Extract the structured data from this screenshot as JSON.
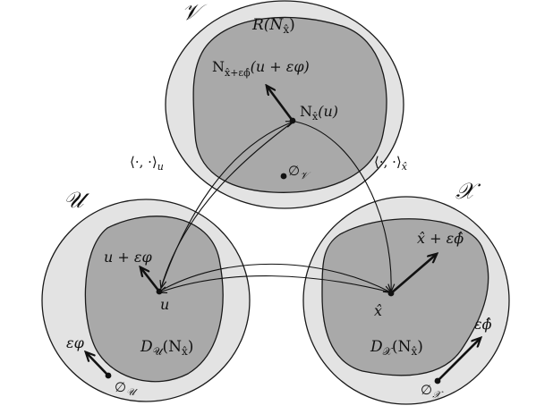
{
  "sets": {
    "V": {
      "name": "𝒱",
      "region": "R(N",
      "region_sub": "x̂",
      "region_close": ")"
    },
    "U": {
      "name": "𝒰",
      "region": "D",
      "region_sub1": "𝒰",
      "region_arg": "(N",
      "region_sub2": "x̂",
      "region_close": ")"
    },
    "X": {
      "name": "𝒳",
      "region": "D",
      "region_sub1": "𝒳",
      "region_arg": "(N",
      "region_sub2": "x̂",
      "region_close": ")"
    }
  },
  "labels": {
    "nx_u_main": "N",
    "nx_u_sub": "x̂",
    "nx_u_arg": "(u)",
    "nx_pert_main": "N",
    "nx_pert_sub": "x̂+εϕ̂",
    "nx_pert_arg": "(u + εφ)",
    "zero_V_main": "∅",
    "zero_V_sub": "𝒱",
    "u": "u",
    "u_pert": "u + εφ",
    "eps_phi": "εφ",
    "zero_U_main": "∅",
    "zero_U_sub": "𝒰",
    "x_hat": "x̂",
    "x_pert": "x̂ + εϕ̂",
    "eps_phi_hat": "εϕ̂",
    "zero_X_main": "∅",
    "zero_X_sub": "𝒳",
    "inner_u_main": "⟨·, ·⟩",
    "inner_u_sub": "u",
    "inner_x_main": "⟨·, ·⟩",
    "inner_x_sub": "x̂"
  }
}
